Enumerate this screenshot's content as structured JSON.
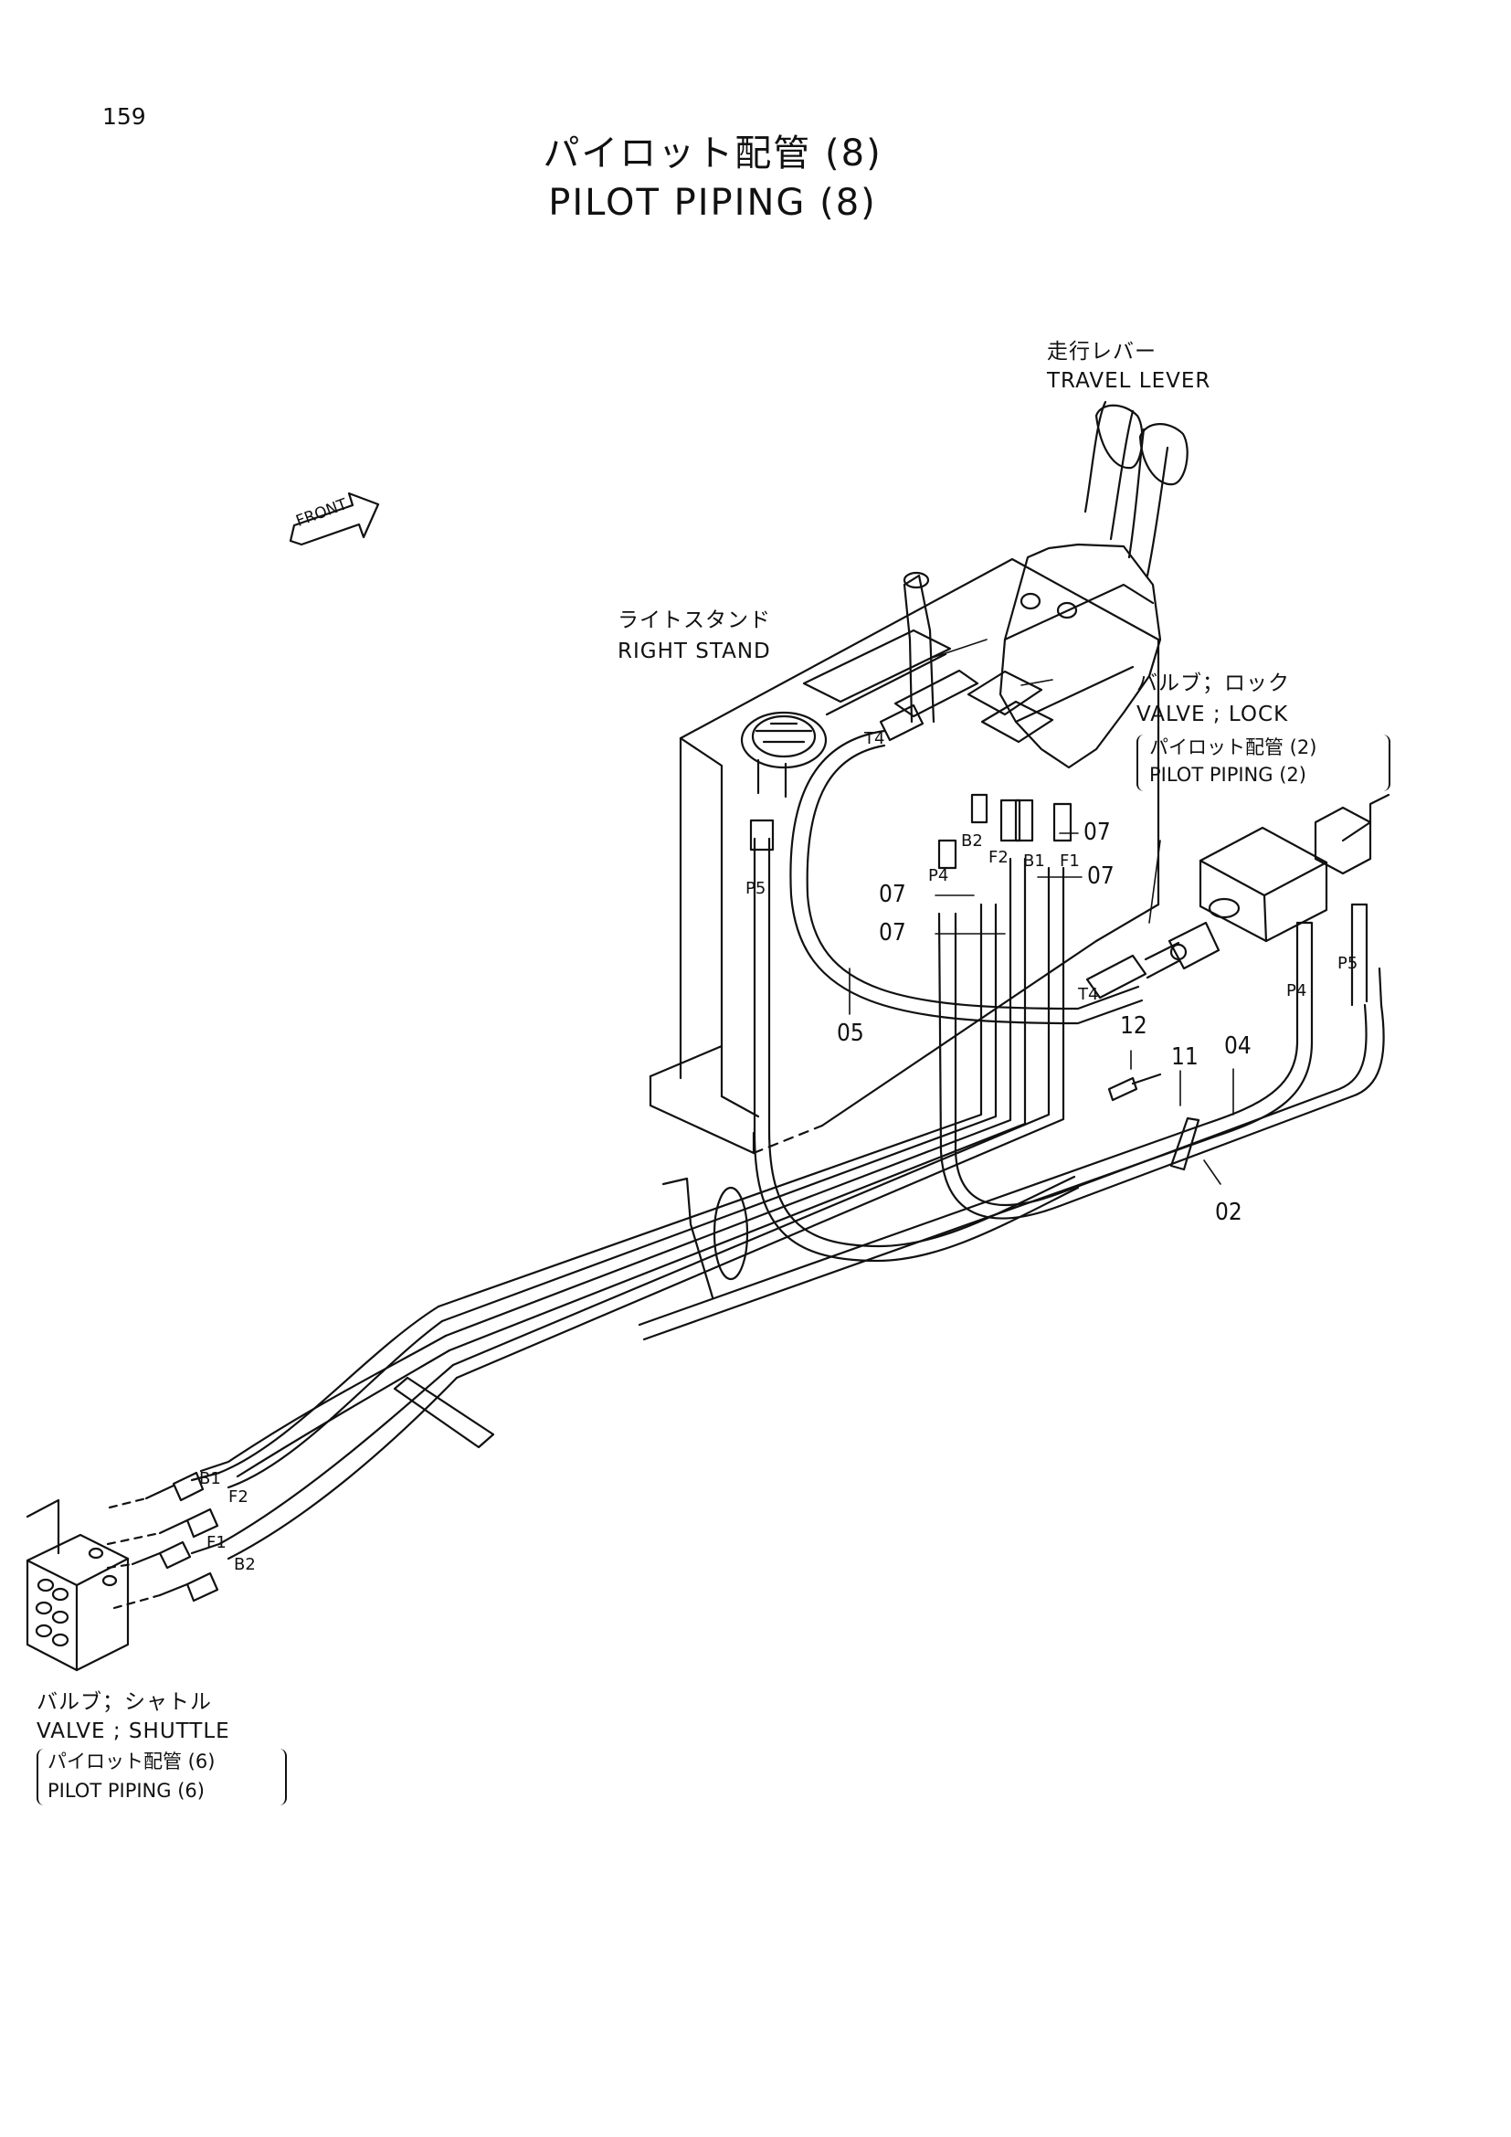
{
  "page_number": "159",
  "title": {
    "jp": "パイロット配管 (8)",
    "en": "PILOT PIPING (8)"
  },
  "front_marker": "FRONT",
  "labels": {
    "travel_lever": {
      "jp": "走行レバー",
      "en": "TRAVEL LEVER"
    },
    "right_stand": {
      "jp": "ライトスタンド",
      "en": "RIGHT STAND"
    },
    "valve_lock": {
      "jp": "バルブ；ロック",
      "en": "VALVE ; LOCK",
      "ref_jp": "パイロット配管 (2)",
      "ref_en": "PILOT PIPING (2)"
    },
    "valve_shuttle": {
      "jp": "バルブ；シャトル",
      "en": "VALVE ; SHUTTLE",
      "ref_jp": "パイロット配管 (6)",
      "ref_en": "PILOT PIPING (6)"
    }
  },
  "part_numbers": {
    "p02": "02",
    "p04": "04",
    "p05": "05",
    "p07a": "07",
    "p07b": "07",
    "p07c": "07",
    "p07d": "07",
    "p11": "11",
    "p12": "12"
  },
  "ports": {
    "t4_top": "T4",
    "t4_mid": "T4",
    "p5_left": "P5",
    "p5_right": "P5",
    "p4_center": "P4",
    "p4_right": "P4",
    "b2_center": "B2",
    "f2_center": "F2",
    "b1_center": "B1",
    "f1_center": "F1",
    "b1_left": "B1",
    "f2_left": "F2",
    "f1_left": "F1",
    "b2_left": "B2"
  }
}
